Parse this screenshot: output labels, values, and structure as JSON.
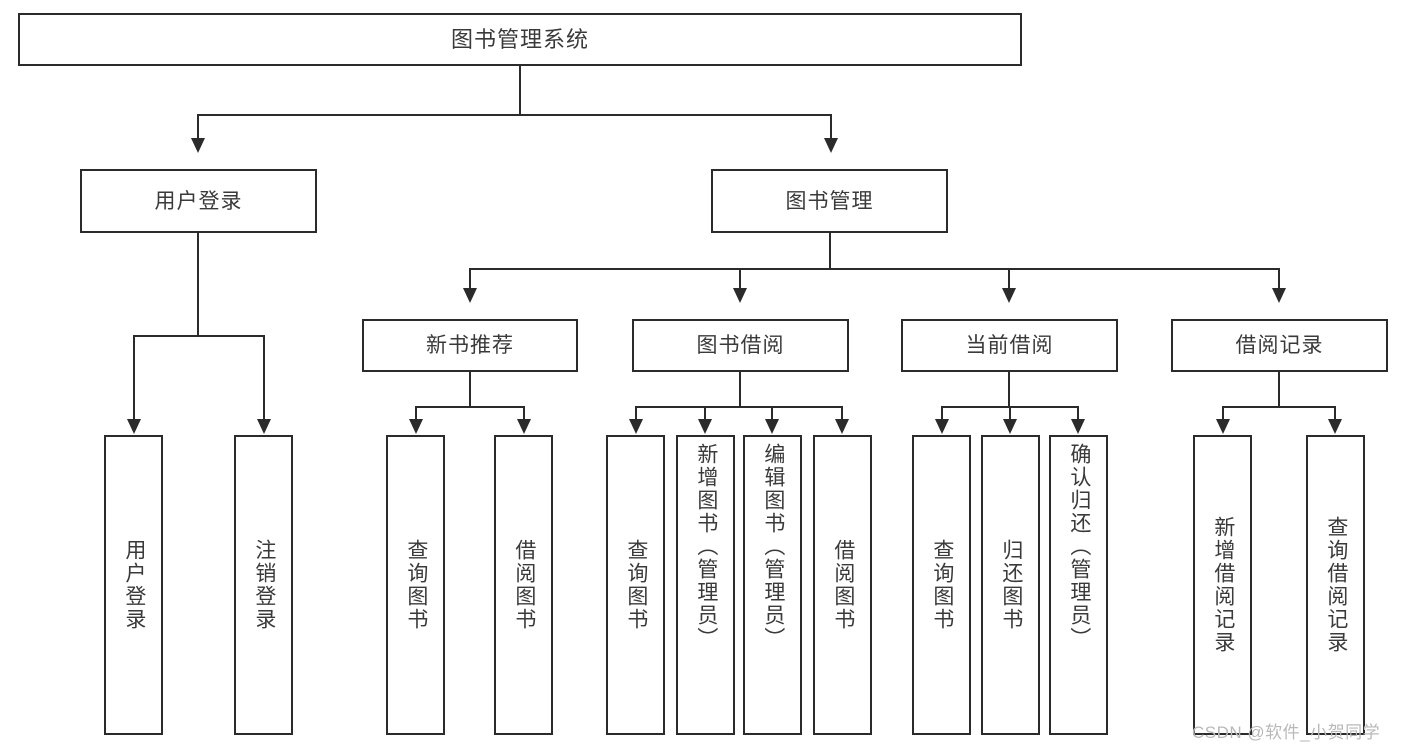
{
  "diagram": {
    "title": "图书管理系统",
    "type": "hierarchy-tree",
    "watermark": "CSDN @软件_小贺同学",
    "colors": {
      "border": "#2b2b2b",
      "background": "#ffffff",
      "text": "#3a3a3a",
      "watermark": "#b9b9b9"
    },
    "levels": {
      "root": {
        "label": "图书管理系统"
      },
      "level2": [
        {
          "label": "用户登录"
        },
        {
          "label": "图书管理"
        }
      ],
      "level3": [
        {
          "label": "新书推荐"
        },
        {
          "label": "图书借阅"
        },
        {
          "label": "当前借阅"
        },
        {
          "label": "借阅记录"
        }
      ],
      "leaves": {
        "user_login": [
          {
            "label": "用户登录"
          },
          {
            "label": "注销登录"
          }
        ],
        "new_book": [
          {
            "label": "查询图书"
          },
          {
            "label": "借阅图书"
          }
        ],
        "book_borrow": [
          {
            "label": "查询图书"
          },
          {
            "label": "新增图书（管理员）"
          },
          {
            "label": "编辑图书（管理员）"
          },
          {
            "label": "借阅图书"
          }
        ],
        "current_borrow": [
          {
            "label": "查询图书"
          },
          {
            "label": "归还图书"
          },
          {
            "label": "确认归还（管理员）"
          }
        ],
        "borrow_record": [
          {
            "label": "新增借阅记录"
          },
          {
            "label": "查询借阅记录"
          }
        ]
      }
    }
  }
}
